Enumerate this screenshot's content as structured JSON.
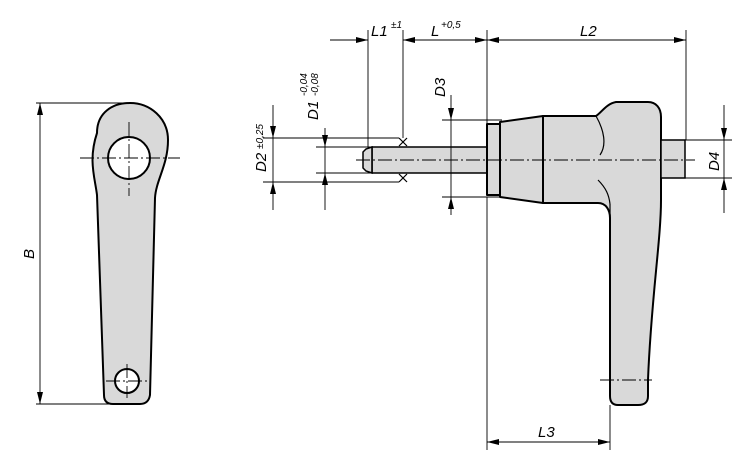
{
  "dimensions": {
    "B": "B",
    "L1": "L1",
    "L1_tolerance": "±1",
    "L": "L",
    "L_tolerance": "+0,5",
    "L2": "L2",
    "L3": "L3",
    "D1": "D1",
    "D1_tolerance_upper": "-0,04",
    "D1_tolerance_lower": "-0,08",
    "D2": "D2",
    "D2_tolerance": "±0,25",
    "D3": "D3",
    "D4": "D4"
  }
}
